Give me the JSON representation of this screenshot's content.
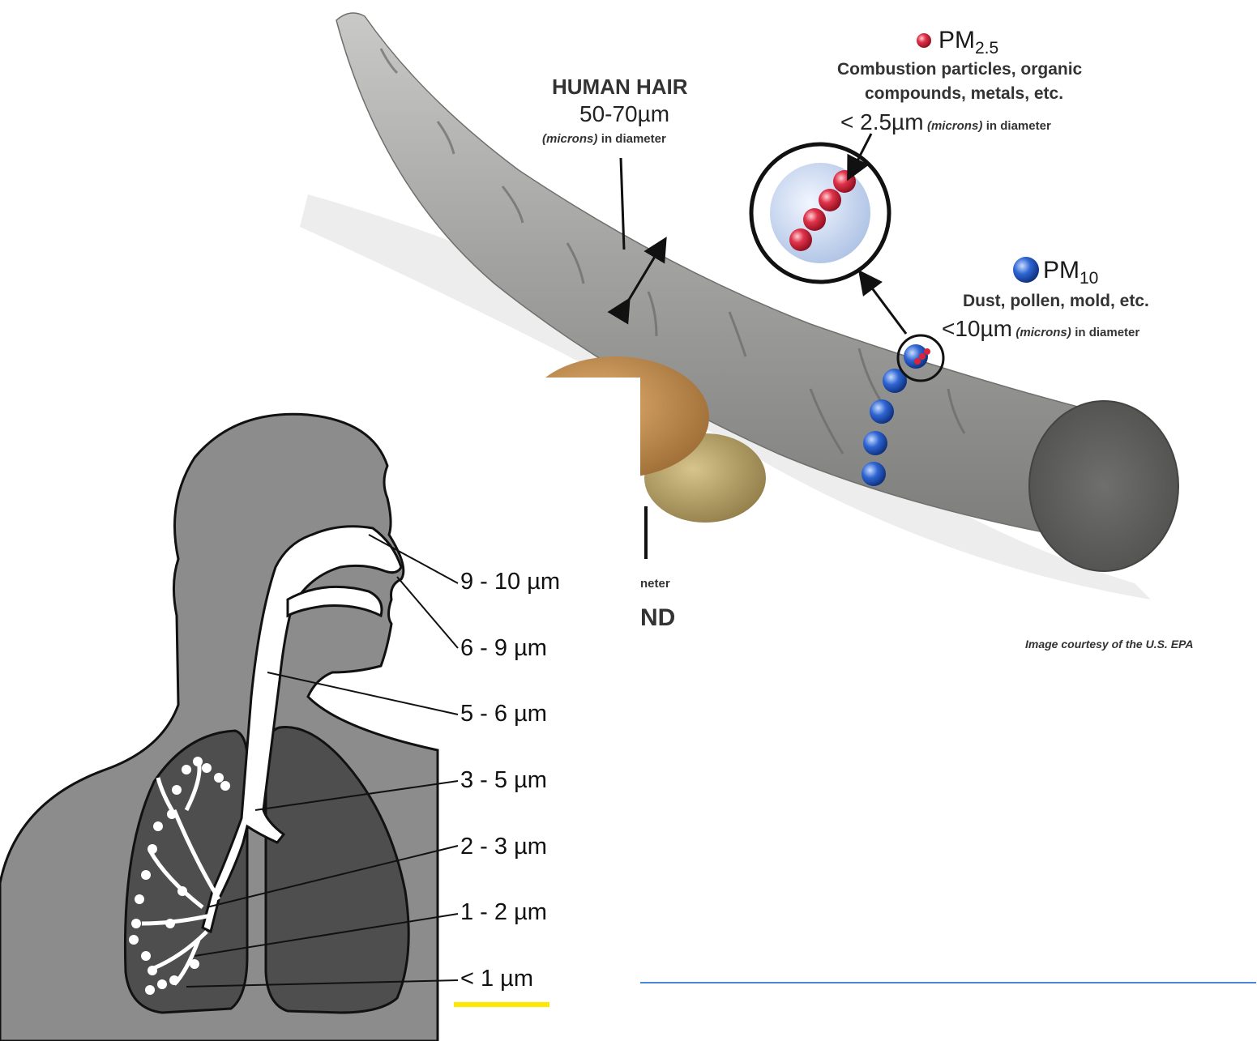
{
  "epa_figure": {
    "hair": {
      "title": "HUMAN HAIR",
      "size": "50-70µm",
      "unit_note": "(microns)",
      "unit_suffix": "in diameter"
    },
    "pm25": {
      "label": "PM",
      "subscript": "2.5",
      "desc_line1": "Combustion particles, organic",
      "desc_line2": "compounds, metals, etc.",
      "size": "< 2.5µm",
      "unit_note": "(microns)",
      "unit_suffix": "in diameter"
    },
    "pm10": {
      "label": "PM",
      "subscript": "10",
      "desc": "Dust, pollen, mold, etc.",
      "size": "<10µm",
      "unit_note": "(microns)",
      "unit_suffix": "in diameter"
    },
    "sand_partial": {
      "size_tail": "neter",
      "title_tail": "ND"
    },
    "credit": "Image courtesy of the U.S. EPA"
  },
  "respiratory_figure": {
    "labels": [
      "9 - 10 µm",
      "6 - 9 µm",
      "5 - 6 µm",
      "3 - 5 µm",
      "2 - 3 µm",
      "1 - 2 µm",
      "< 1 µm"
    ]
  },
  "colors": {
    "hair": "#9c9c9a",
    "pm25_particle": "#d8243a",
    "pm10_particle": "#2a5fc9",
    "body": "#8c8c8c",
    "lung": "#4e4e4e",
    "highlight_underline": "#ffe800",
    "divider_line": "#4a86d9"
  }
}
